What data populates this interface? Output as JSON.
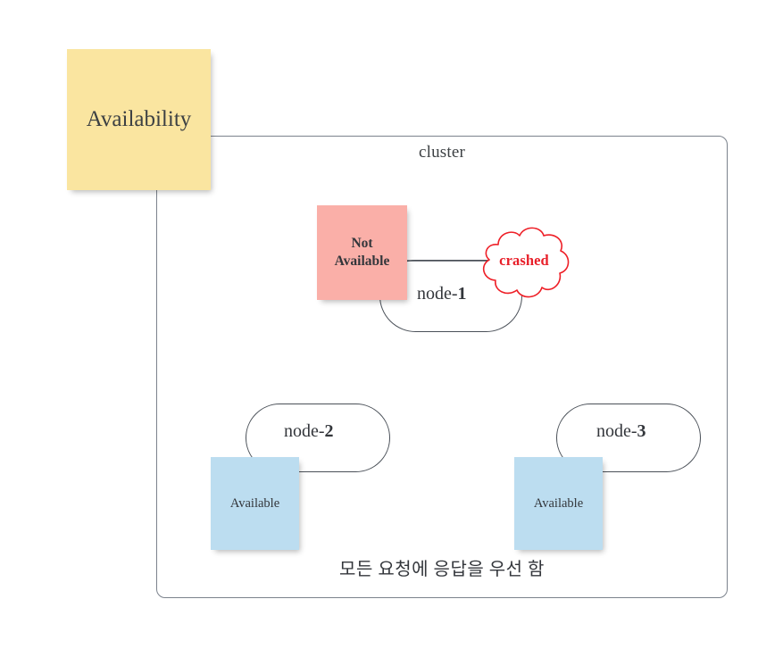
{
  "diagram": {
    "title_note": {
      "label": "Availability",
      "color": "#fae5a0"
    },
    "cluster": {
      "label": "cluster",
      "border_color": "#7b828c",
      "caption": "모든 요청에 응답을 우선 함"
    },
    "nodes": [
      {
        "id": "node-1",
        "label_prefix": "node-",
        "label_number": "1",
        "status_note": {
          "line1": "Not",
          "line2": "Available",
          "color": "#faafa8"
        },
        "annotation": {
          "label": "crashed",
          "color": "#e8202a",
          "shape": "cloud"
        }
      },
      {
        "id": "node-2",
        "label_prefix": "node-",
        "label_number": "2",
        "status_note": {
          "line1": "Available",
          "color": "#bcddf0"
        }
      },
      {
        "id": "node-3",
        "label_prefix": "node-",
        "label_number": "3",
        "status_note": {
          "line1": "Available",
          "color": "#bcddf0"
        }
      }
    ]
  }
}
